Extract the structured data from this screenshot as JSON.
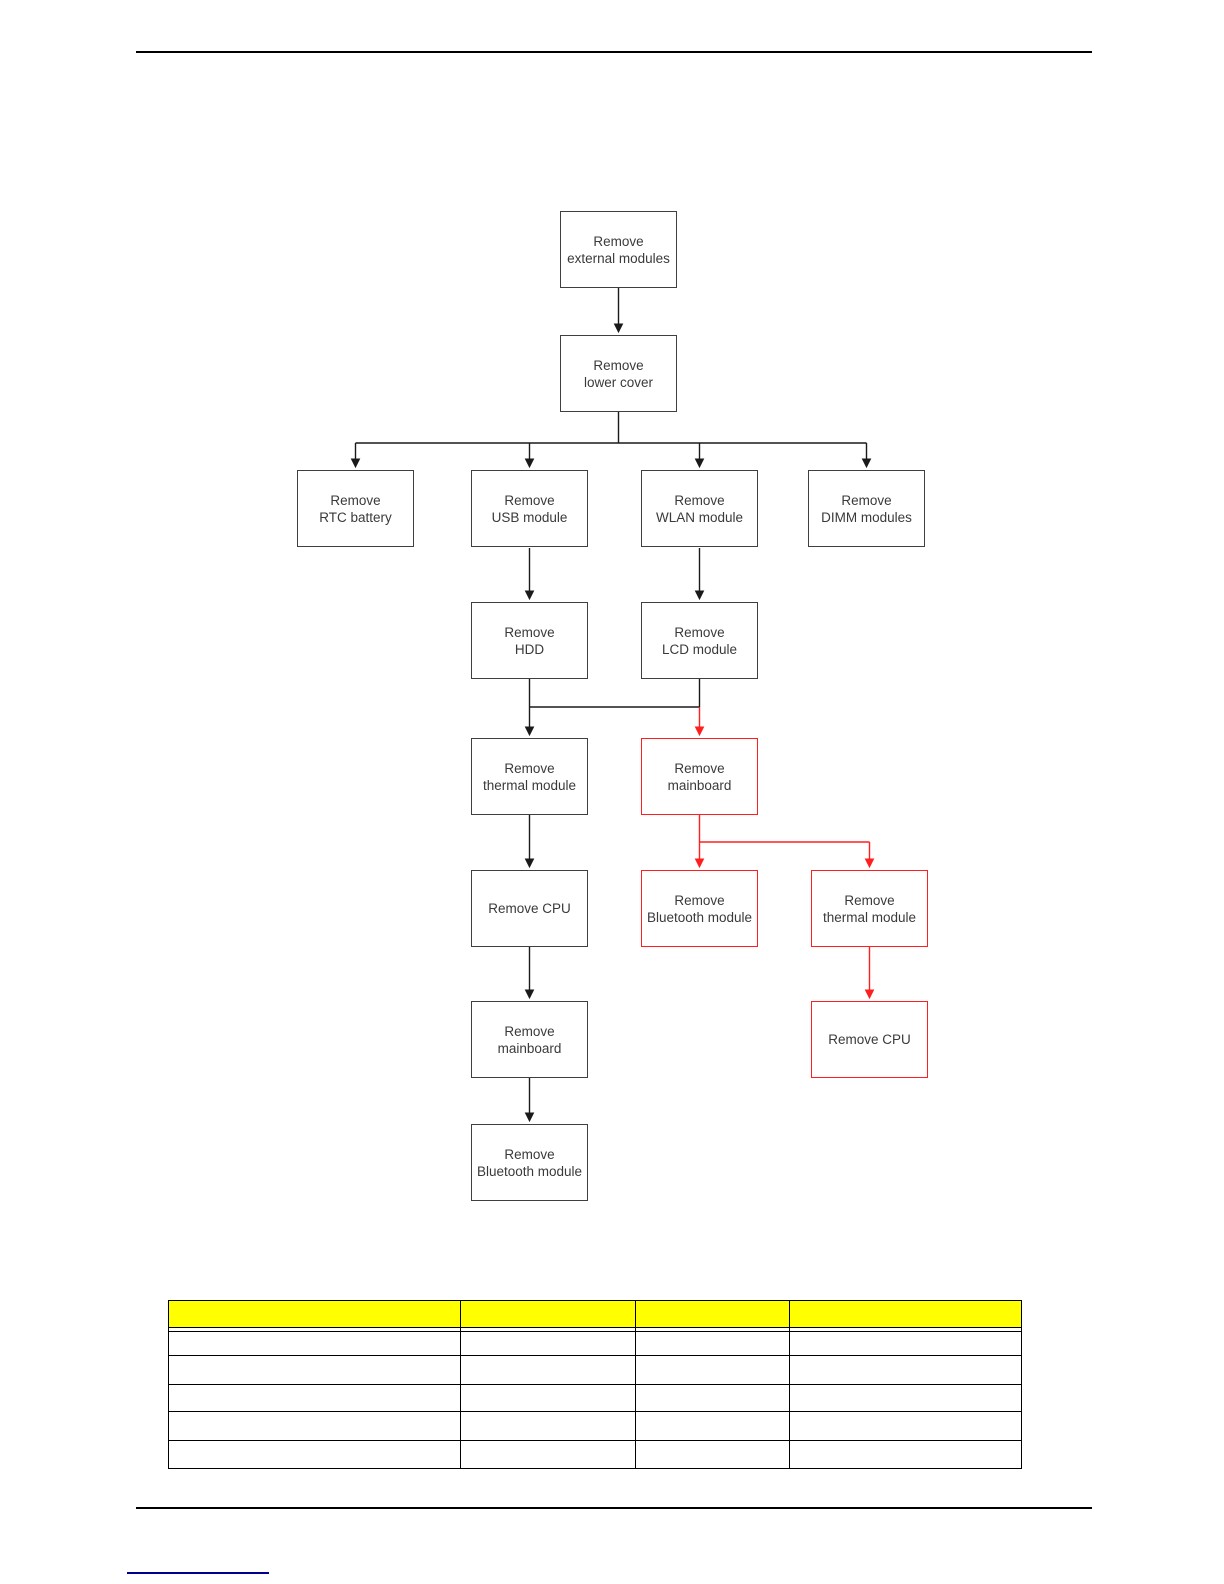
{
  "colors": {
    "highlight_red": "#ff1f1f",
    "flow_box_border": "#3f3f3f",
    "table_header_yellow": "#ffff00",
    "link_blue": "#00008b"
  },
  "flowchart": {
    "boxes": [
      {
        "lines": [
          "Remove",
          "external modules"
        ]
      },
      {
        "lines": [
          "Remove",
          "lower cover"
        ]
      },
      {
        "lines": [
          "Remove",
          "RTC battery"
        ]
      },
      {
        "lines": [
          "Remove",
          "USB module"
        ]
      },
      {
        "lines": [
          "Remove",
          "WLAN module"
        ]
      },
      {
        "lines": [
          "Remove",
          "DIMM modules"
        ]
      },
      {
        "lines": [
          "Remove",
          "HDD"
        ]
      },
      {
        "lines": [
          "Remove",
          "LCD module"
        ]
      },
      {
        "lines": [
          "Remove",
          "thermal module"
        ]
      },
      {
        "lines": [
          "Remove",
          "mainboard"
        ]
      },
      {
        "lines": [
          "Remove CPU"
        ]
      },
      {
        "lines": [
          "Remove",
          "Bluetooth module"
        ]
      },
      {
        "lines": [
          "Remove",
          "thermal module"
        ]
      },
      {
        "lines": [
          "Remove",
          "mainboard"
        ]
      },
      {
        "lines": [
          "Remove CPU"
        ]
      },
      {
        "lines": [
          "Remove",
          "Bluetooth module"
        ]
      }
    ]
  },
  "table": {
    "header": [
      "",
      "",
      "",
      ""
    ],
    "rows": [
      [
        "",
        "",
        "",
        ""
      ],
      [
        "",
        "",
        "",
        ""
      ],
      [
        "",
        "",
        "",
        ""
      ],
      [
        "",
        "",
        "",
        ""
      ],
      [
        "",
        "",
        "",
        ""
      ]
    ]
  }
}
